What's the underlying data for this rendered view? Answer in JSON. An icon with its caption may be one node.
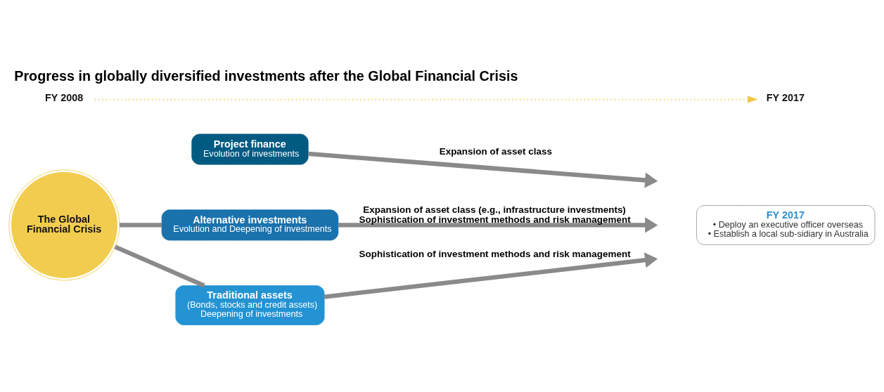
{
  "diagram": {
    "title": "Progress in globally diversified investments after the Global Financial Crisis",
    "nodes": [
      {
        "text": [
          "The Global Financial Crisis"
        ]
      },
      {
        "text": [
          "Project finance",
          "Evolution of investments"
        ]
      },
      {
        "text": [
          "Alternative investments",
          "Evolution and Deepening of investments"
        ]
      },
      {
        "text": [
          "Traditional assets",
          "(Bonds, stocks and credit assets)",
          "Deepening of investments"
        ]
      },
      {
        "text": [
          "FY 2017",
          "• Deploy an executive officer overseas",
          "• Establish a local sub-sidiary in Australia"
        ]
      },
      {
        "text": [
          "FY 2008"
        ]
      },
      {
        "text": [
          "FY 2017"
        ]
      }
    ],
    "edges": [
      {
        "from": 0,
        "to": 2,
        "arrow": "none"
      },
      {
        "from": 0,
        "to": 3,
        "arrow": "none"
      },
      {
        "from": 1,
        "to": null,
        "arrow": "to",
        "label": "Expansion of asset class"
      },
      {
        "from": 2,
        "to": null,
        "arrow": "to",
        "label": "Expansion of asset class (e.g., infrastructure investments) Sophistication of investment methods and risk management"
      },
      {
        "from": 3,
        "to": null,
        "arrow": "to",
        "label": "Sophistication of investment methods and risk management"
      },
      {
        "from": 5,
        "to": 6,
        "arrow": "to",
        "style": "dashed",
        "color": "#f2c744"
      }
    ]
  }
}
